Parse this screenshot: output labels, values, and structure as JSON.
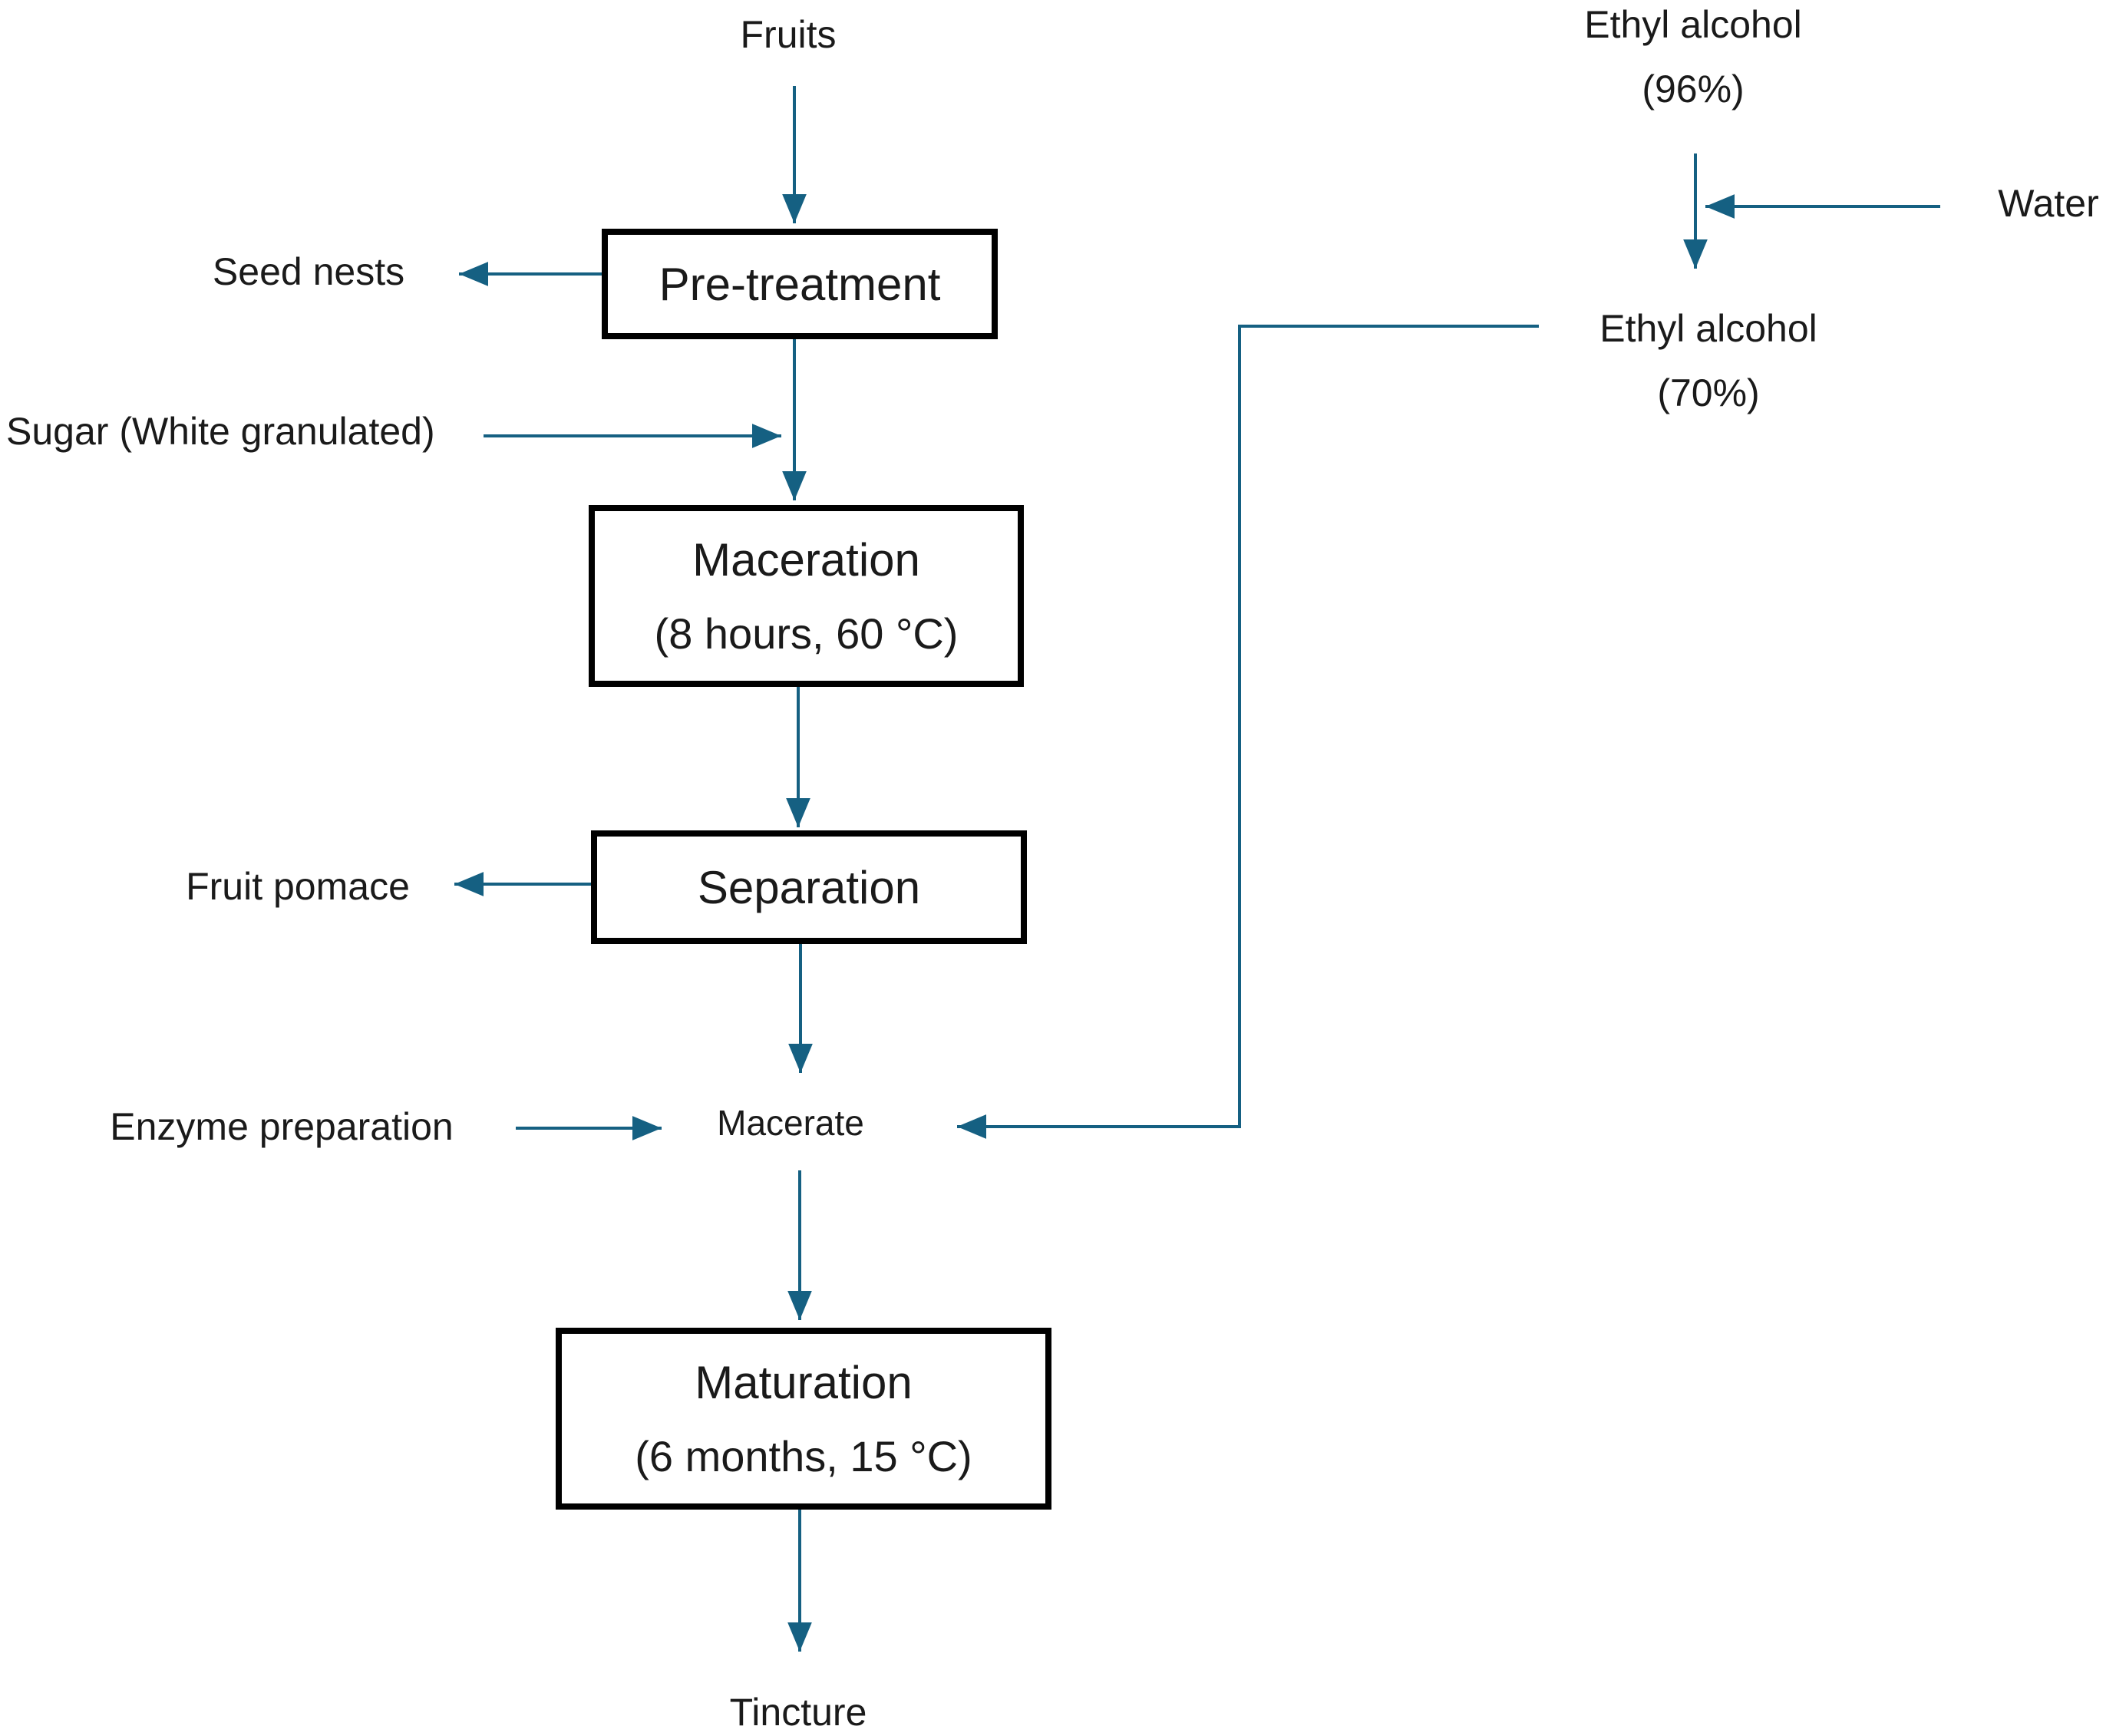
{
  "diagram": {
    "type": "process-flowchart",
    "background": "#ffffff",
    "colors": {
      "arrow": "#156082",
      "box_border": "#000000",
      "text": "#1a1a1a"
    },
    "nodes": {
      "fruits": {
        "label": "Fruits"
      },
      "pretreatment": {
        "label": "Pre-treatment"
      },
      "seed_nests": {
        "label": "Seed nests"
      },
      "sugar": {
        "label": "Sugar (White granulated)"
      },
      "maceration": {
        "label": "Maceration",
        "sublabel": "(8 hours, 60 °C)"
      },
      "separation": {
        "label": "Separation"
      },
      "fruit_pomace": {
        "label": "Fruit pomace"
      },
      "enzyme": {
        "label": "Enzyme preparation"
      },
      "macerate": {
        "label": "Macerate"
      },
      "maturation": {
        "label": "Maturation",
        "sublabel": "(6 months, 15 °C)"
      },
      "tincture": {
        "label": "Tincture"
      },
      "ethyl96": {
        "label": "Ethyl alcohol",
        "sublabel": "(96%)"
      },
      "water": {
        "label": "Water"
      },
      "ethyl70": {
        "label": "Ethyl alcohol",
        "sublabel": "(70%)"
      }
    },
    "edges": [
      {
        "from": "Fruits",
        "to": "Pre-treatment"
      },
      {
        "from": "Pre-treatment",
        "to": "Seed nests"
      },
      {
        "from": "Sugar (White granulated)",
        "to": "Maceration"
      },
      {
        "from": "Pre-treatment",
        "to": "Maceration"
      },
      {
        "from": "Maceration",
        "to": "Separation"
      },
      {
        "from": "Separation",
        "to": "Fruit pomace"
      },
      {
        "from": "Separation",
        "to": "Macerate"
      },
      {
        "from": "Enzyme preparation",
        "to": "Macerate"
      },
      {
        "from": "Ethyl alcohol (96%)",
        "to": "Ethyl alcohol (70%)"
      },
      {
        "from": "Water",
        "to": "Ethyl alcohol (70%)"
      },
      {
        "from": "Ethyl alcohol (70%)",
        "to": "Macerate"
      },
      {
        "from": "Macerate",
        "to": "Maturation"
      },
      {
        "from": "Maturation",
        "to": "Tincture"
      }
    ]
  }
}
